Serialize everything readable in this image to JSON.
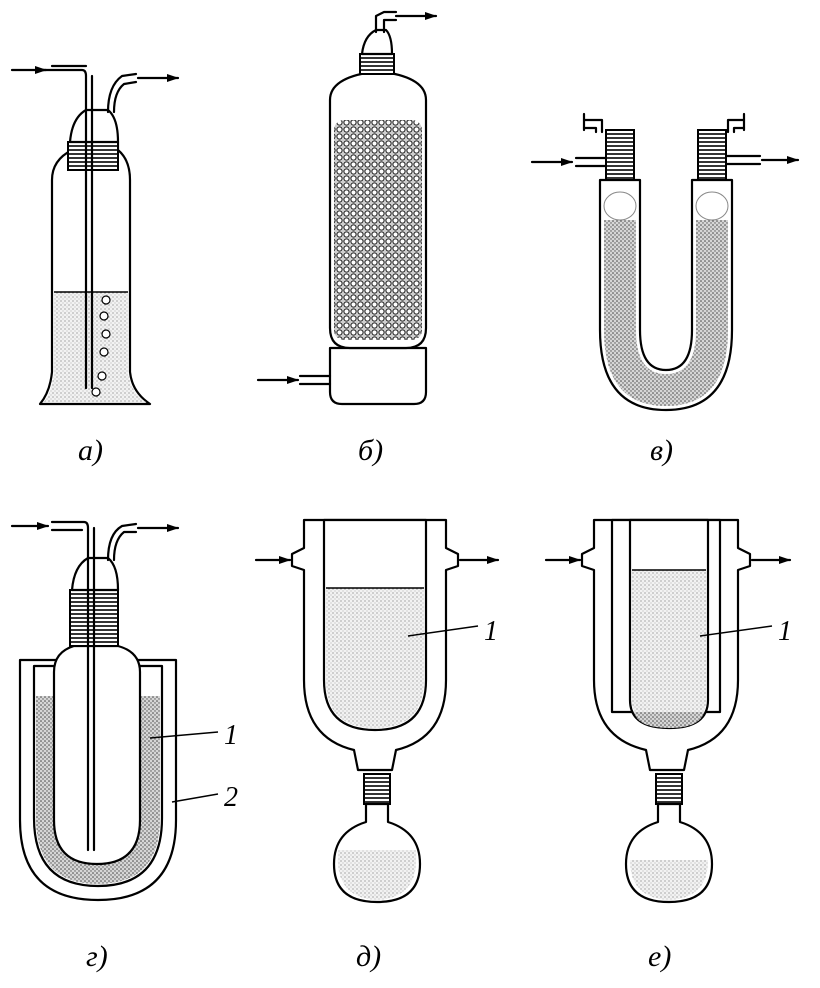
{
  "figure": {
    "panels": [
      {
        "id": "a",
        "caption": "а)"
      },
      {
        "id": "b",
        "caption": "б)"
      },
      {
        "id": "v",
        "caption": "в)"
      },
      {
        "id": "g",
        "caption": "г)",
        "labels": [
          "1",
          "2"
        ]
      },
      {
        "id": "d",
        "caption": "д)",
        "labels": [
          "1"
        ]
      },
      {
        "id": "e",
        "caption": "е)",
        "labels": [
          "1"
        ]
      }
    ]
  }
}
